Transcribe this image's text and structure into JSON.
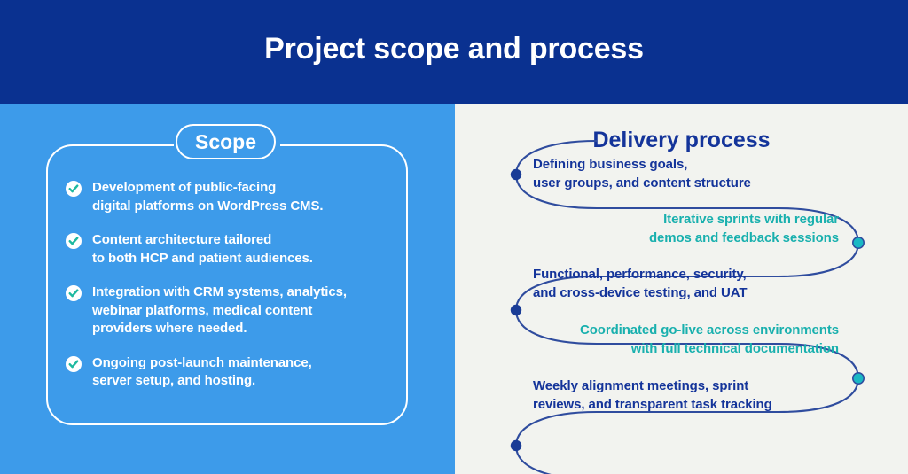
{
  "header": {
    "title": "Project scope and process"
  },
  "colors": {
    "header_bg": "#0a3190",
    "left_panel_bg": "#3d9bea",
    "right_panel_bg": "#f2f3ef",
    "navy": "#14349a",
    "teal": "#19b0ae",
    "teal_dot": "#1ab8c4",
    "navy_dot": "#1a3c96",
    "white": "#ffffff",
    "check_mark": "#1eb9a0"
  },
  "scope": {
    "badge_label": "Scope",
    "items": [
      {
        "icon": "check-circle-icon",
        "text": "Development of public-facing\ndigital platforms on WordPress CMS."
      },
      {
        "icon": "check-circle-icon",
        "text": "Content architecture tailored\nto both HCP and patient audiences."
      },
      {
        "icon": "check-circle-icon",
        "text": "Integration with CRM systems, analytics,\nwebinar platforms, medical content\nproviders where needed."
      },
      {
        "icon": "check-circle-icon",
        "text": "Ongoing post-launch maintenance,\nserver setup, and hosting."
      }
    ]
  },
  "delivery": {
    "title": "Delivery process",
    "steps": [
      {
        "text": "Defining business goals,\nuser groups, and content structure",
        "align": "left",
        "color": "#14349a",
        "dot": "navy"
      },
      {
        "text": "Iterative sprints with regular\ndemos and feedback sessions",
        "align": "right",
        "color": "#19b0ae",
        "dot": "teal"
      },
      {
        "text": "Functional, performance, security,\nand cross-device testing, and UAT",
        "align": "left",
        "color": "#14349a",
        "dot": "navy"
      },
      {
        "text": "Coordinated go-live across environments\nwith full technical documentation",
        "align": "right",
        "color": "#19b0ae",
        "dot": "teal"
      },
      {
        "text": "Weekly alignment meetings, sprint\nreviews, and transparent task tracking",
        "align": "left",
        "color": "#14349a",
        "dot": "navy"
      }
    ]
  }
}
